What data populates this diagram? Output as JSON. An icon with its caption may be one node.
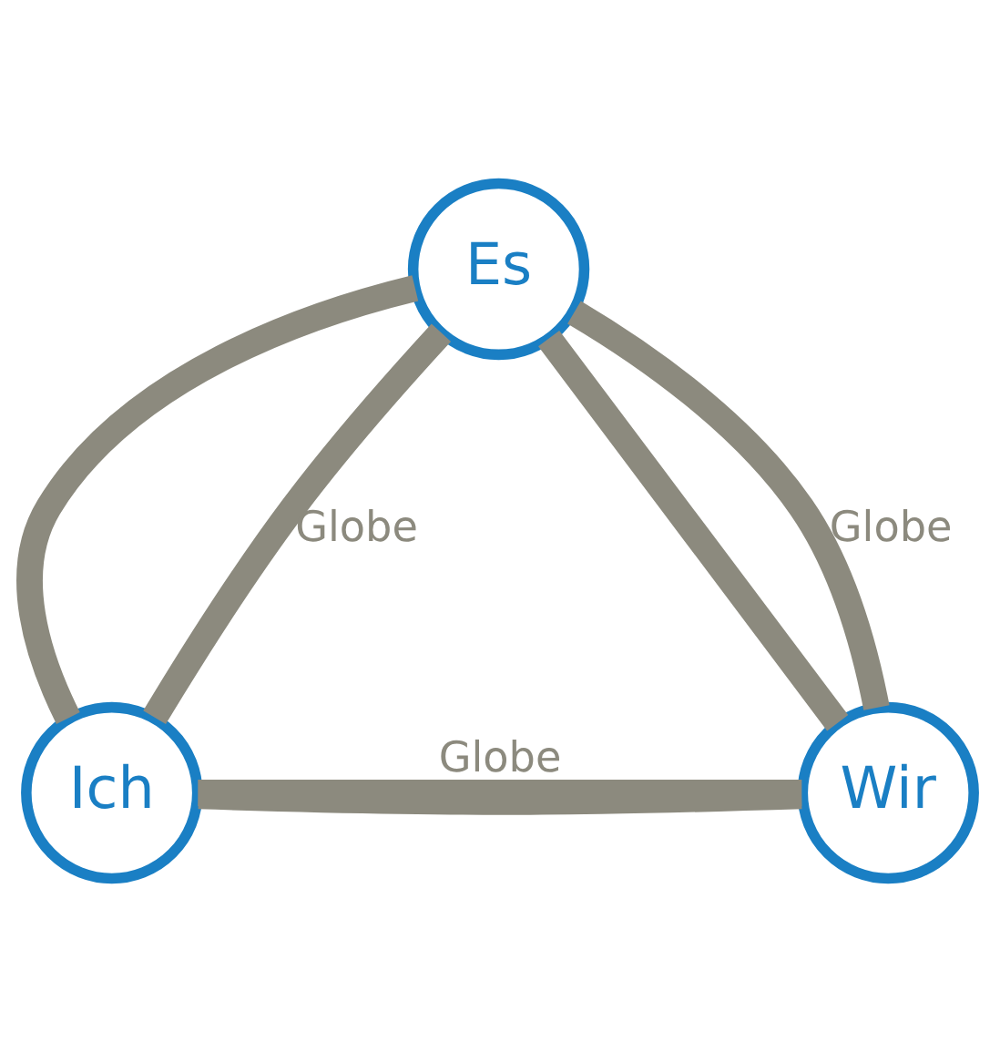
{
  "diagram": {
    "nodes": [
      {
        "text": [
          "Es"
        ]
      },
      {
        "text": [
          "Ich"
        ]
      },
      {
        "text": [
          "Wir"
        ]
      }
    ],
    "edges": [
      {
        "from": 0,
        "to": 1,
        "arrow": "none"
      },
      {
        "from": 0,
        "to": 2,
        "arrow": "none"
      },
      {
        "from": 1,
        "to": 2,
        "arrow": "none"
      },
      {
        "from": 0,
        "to": 2,
        "arrow": "none",
        "label": "Globe"
      },
      {
        "from": 2,
        "to": 1,
        "arrow": "none",
        "label": "Globe"
      },
      {
        "from": 1,
        "to": 0,
        "arrow": "none",
        "label": "Globe"
      }
    ]
  }
}
